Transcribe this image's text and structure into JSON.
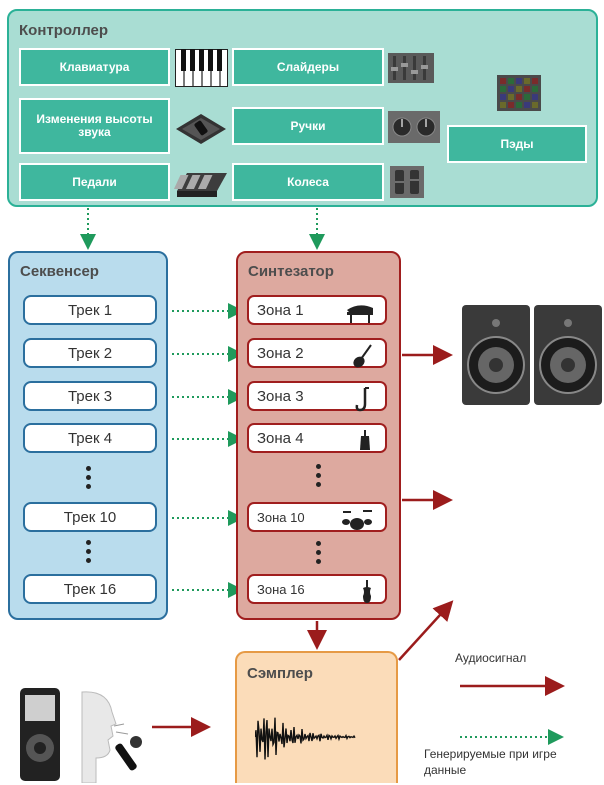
{
  "controller": {
    "title": "Контроллер",
    "keyboard": "Клавиатура",
    "pitch": "Изменения высоты звука",
    "pedals": "Педали",
    "sliders": "Слайдеры",
    "knobs": "Ручки",
    "wheels": "Колеса",
    "pads": "Пэды"
  },
  "sequencer": {
    "title": "Секвенсер",
    "tracks": [
      "Трек 1",
      "Трек 2",
      "Трек 3",
      "Трек 4",
      "Трек 10",
      "Трек 16"
    ]
  },
  "synth": {
    "title": "Синтезатор",
    "zones": [
      "Зона 1",
      "Зона 2",
      "Зона 3",
      "Зона 4",
      "Зона 10",
      "Зона 16"
    ],
    "zone_icons": [
      "piano-icon",
      "guitar-icon",
      "saxophone-icon",
      "bell-icon",
      "drums-icon",
      "violin-icon"
    ]
  },
  "sampler": {
    "title": "Сэмплер"
  },
  "legend": {
    "audio": "Аудиосигнал",
    "generated": "Генерируемые при игре данные"
  },
  "colors": {
    "controller_bg": "#a9ddd3",
    "controller_accent": "#3fb79e",
    "sequencer_bg": "#b9dced",
    "sequencer_border": "#2b6f9e",
    "synth_bg": "#dda99f",
    "synth_border": "#a01e1e",
    "sampler_bg": "#fbdcb9",
    "audio_arrow": "#9b1c1c",
    "data_arrow": "#1f9a5c"
  }
}
